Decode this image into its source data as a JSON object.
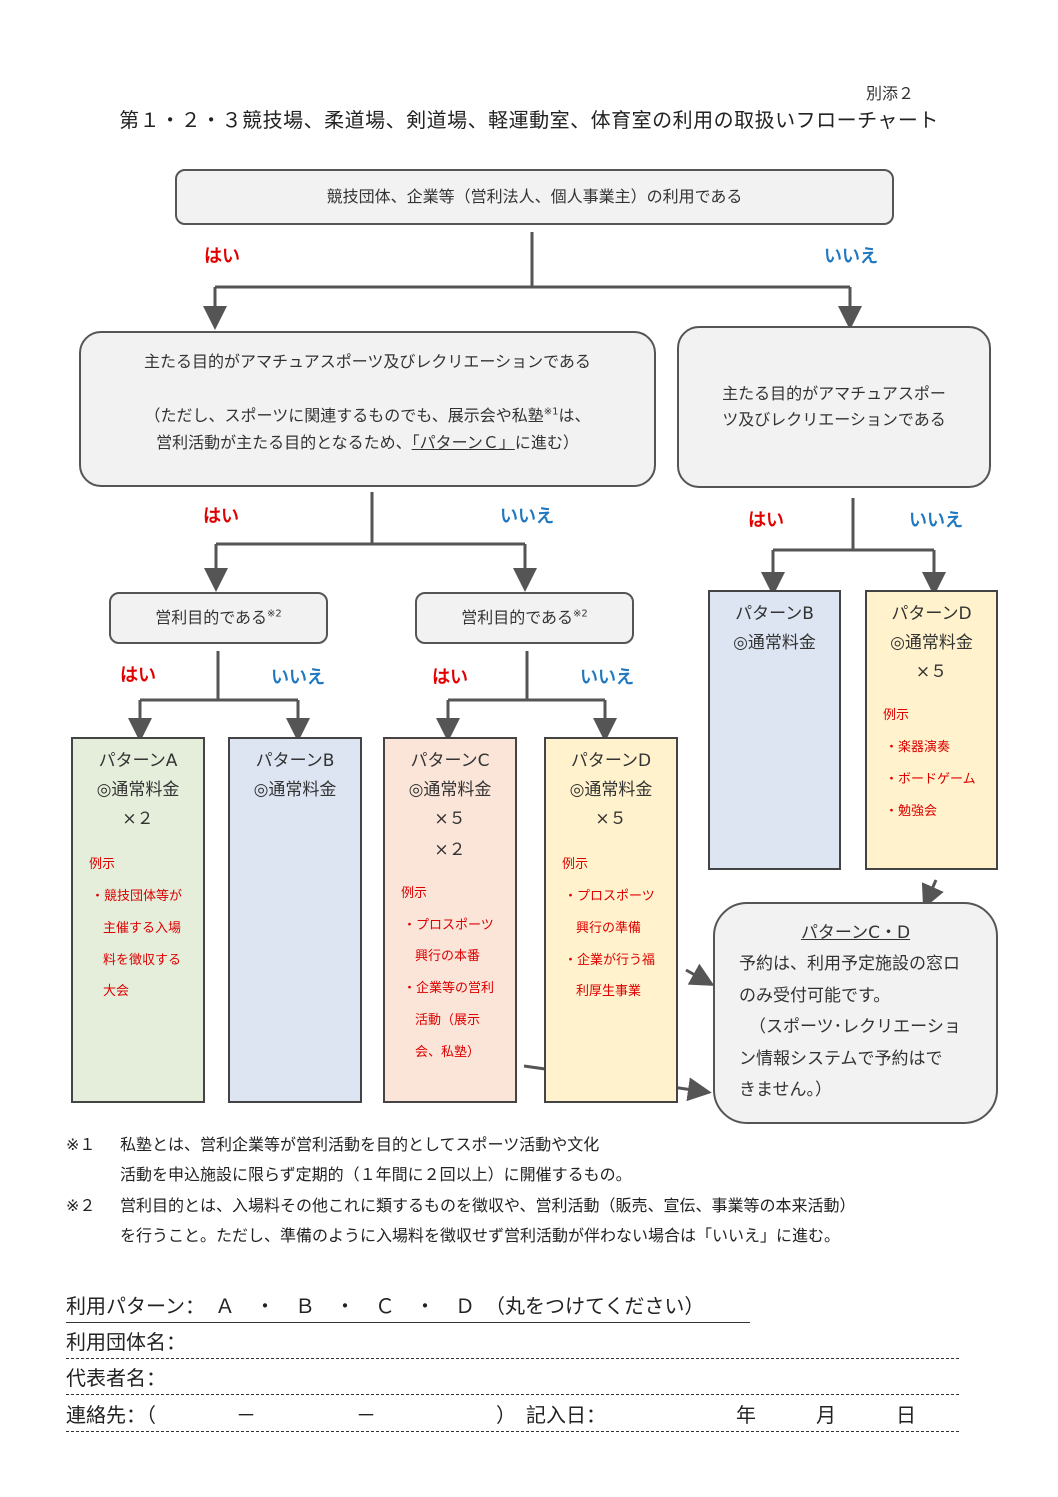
{
  "header": {
    "attachment": "別添２",
    "title": "第１・２・３競技場、柔道場、剣道場、軽運動室、体育室の利用の取扱いフローチャート"
  },
  "flow": {
    "q1": "競技団体、企業等（営利法人、個人事業主）の利用である",
    "yes": "はい",
    "no": "いいえ",
    "q2_main": "主たる目的がアマチュアスポーツ及びレクリエーションである",
    "q2_note_1": "（ただし、スポーツに関連するものでも、展示会や私塾",
    "q2_note_sup": "※1",
    "q2_note_2": "は、",
    "q2_note_3": "営利活動が主たる目的となるため、",
    "q2_note_link": "「パターンＣ」",
    "q2_note_4": "に進む）",
    "q3_line1": "主たる目的がアマチュアスポー",
    "q3_line2": "ツ及びレクリエーションである",
    "q4": "営利目的である",
    "q4_sup": "※2"
  },
  "patterns": {
    "a": {
      "name": "パターンA",
      "fee": "◎通常料金",
      "mult": "×２",
      "ex_label": "例示",
      "ex": [
        "・競技団体等が",
        "主催する入場",
        "料を徴収する",
        "大会"
      ]
    },
    "b": {
      "name": "パターンB",
      "fee": "◎通常料金"
    },
    "c": {
      "name": "パターンC",
      "fee": "◎通常料金",
      "mult1": "×５",
      "mult2": "×２",
      "ex_label": "例示",
      "ex": [
        "・プロスポーツ",
        "興行の本番",
        "・企業等の営利",
        "活動（展示",
        "会、私塾）"
      ]
    },
    "d": {
      "name": "パターンD",
      "fee": "◎通常料金",
      "mult": "×５",
      "ex_label": "例示",
      "ex": [
        "・プロスポーツ",
        "興行の準備",
        "・企業が行う福",
        "利厚生事業"
      ]
    },
    "d2": {
      "name": "パターンD",
      "fee": "◎通常料金",
      "mult": "×５",
      "ex_label": "例示",
      "ex": [
        "・楽器演奏",
        "・ボードゲーム",
        "・勉強会"
      ]
    },
    "cd": {
      "title": "パターンC・D",
      "lines": [
        "予約は、利用予定施設の窓ロ",
        "のみ受付可能です。",
        "（スポーツ･レクリエーショ",
        "ン情報システムで予約はで",
        "きません。）"
      ]
    }
  },
  "notes": {
    "n1_mark": "※１",
    "n1_line1": "私塾とは、営利企業等が営利活動を目的としてスポーツ活動や文化",
    "n1_line2": "活動を申込施設に限らず定期的（１年間に２回以上）に開催するもの。",
    "n2_mark": "※２",
    "n2_line1": "営利目的とは、入場料その他これに類するものを徴収や、営利活動（販売、宣伝、事業等の本来活動）",
    "n2_line2": "を行うこと。ただし、準備のように入場料を徴収せず営利活動が伴わない場合は「いいえ」に進む。"
  },
  "form": {
    "pattern": "利用パターン：　Ａ　・　Ｂ　・　Ｃ　・　Ｄ　（丸をつけてください）",
    "group": "利用団体名：",
    "rep": "代表者名：",
    "contact": "連絡先：（　　　　－　　　　　－　　　　　　）　記入日：　　　　　　　年　　　月　　　日"
  }
}
